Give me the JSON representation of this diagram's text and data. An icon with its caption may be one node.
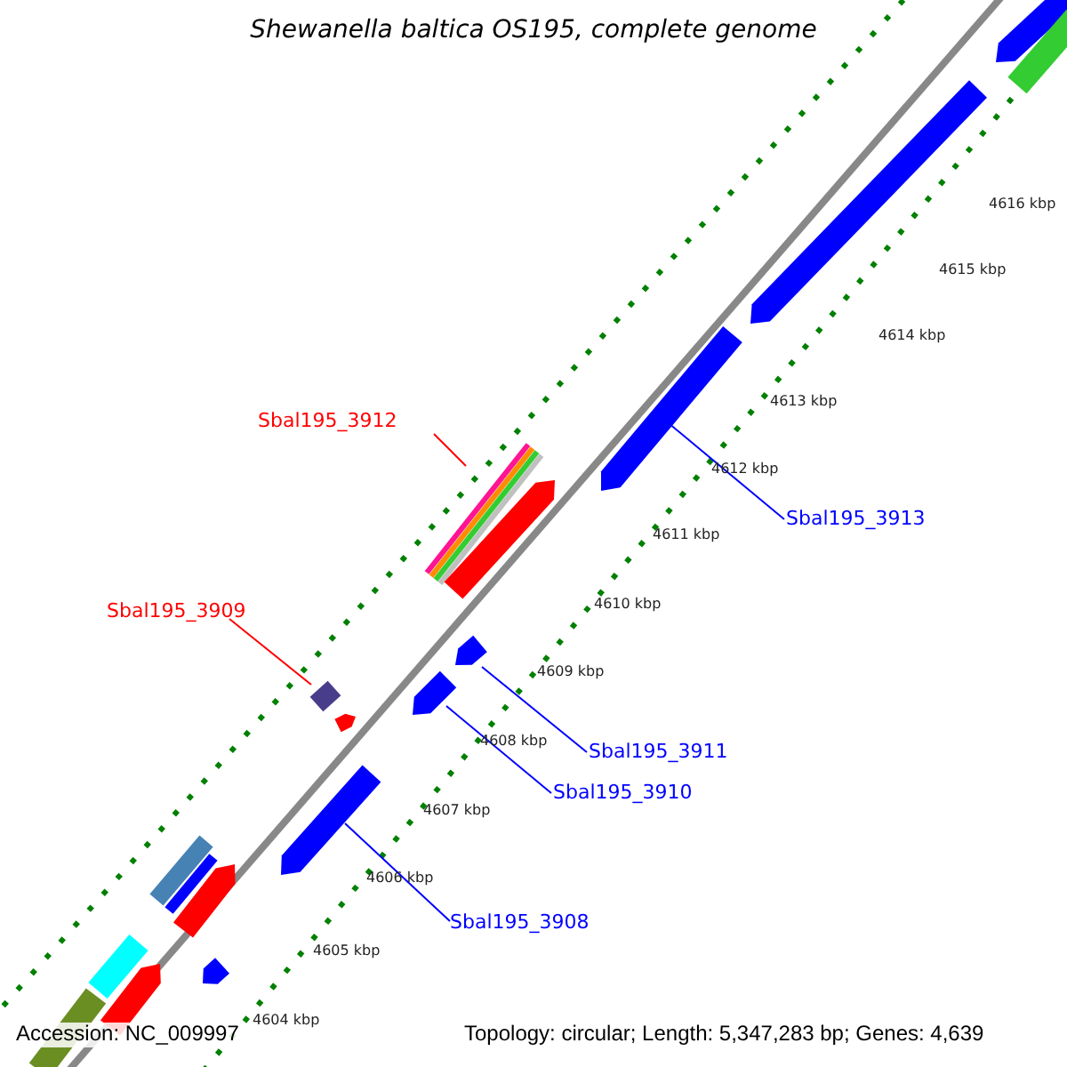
{
  "diagram": {
    "title": "Shewanella baltica OS195, complete genome",
    "nodes": [
      {
        "text": [],
        "shape": "bar"
      },
      {
        "text": [],
        "shape": "bar"
      },
      {
        "text": [],
        "shape": "bar"
      },
      {
        "text": [],
        "shape": "bar"
      },
      {
        "text": [
          "Sbal195_3912"
        ]
      },
      {
        "text": [],
        "shape": "bar"
      },
      {
        "text": [],
        "shape": "bar"
      },
      {
        "text": [
          "Sbal195_3913"
        ]
      },
      {
        "text": [
          "Sbal195_3909"
        ]
      },
      {
        "text": [],
        "shape": "bar"
      },
      {
        "text": [],
        "shape": "bar"
      },
      {
        "text": [],
        "shape": "bar"
      },
      {
        "text": [],
        "shape": "bar"
      },
      {
        "text": [
          "Sbal195_3911"
        ]
      },
      {
        "text": [
          "Sbal195_3910"
        ]
      },
      {
        "text": [],
        "shape": "bar"
      },
      {
        "text": [],
        "shape": "bar"
      },
      {
        "text": [],
        "shape": "bar"
      },
      {
        "text": [],
        "shape": "bar"
      },
      {
        "text": [
          "Sbal195_3908"
        ]
      },
      {
        "text": [],
        "shape": "bar"
      },
      {
        "text": [],
        "shape": "bar"
      },
      {
        "text": [],
        "shape": "bar"
      },
      {
        "text": [],
        "shape": "bar"
      }
    ],
    "edges": [
      {
        "from": 4,
        "to": 5,
        "arrow": "none",
        "color": "#ff0000"
      },
      {
        "from": 7,
        "to": 3,
        "arrow": "none"
      },
      {
        "from": 8,
        "to": 10,
        "arrow": "none",
        "color": "#ff0000"
      },
      {
        "from": 13,
        "to": 9,
        "arrow": "none"
      },
      {
        "from": 14,
        "to": 11,
        "arrow": "none"
      },
      {
        "from": 19,
        "to": 15,
        "arrow": "none"
      }
    ],
    "labels": [
      "4616 kbp",
      "4615 kbp",
      "4614 kbp",
      "4613 kbp",
      "4612 kbp",
      "4611 kbp",
      "4610 kbp",
      "4609 kbp",
      "4608 kbp",
      "4607 kbp",
      "4606 kbp",
      "4605 kbp",
      "4604 kbp",
      "Accession: NC_009997",
      "Topology: circular; Length: 5,347,283 bp; Genes: 4,639"
    ]
  }
}
